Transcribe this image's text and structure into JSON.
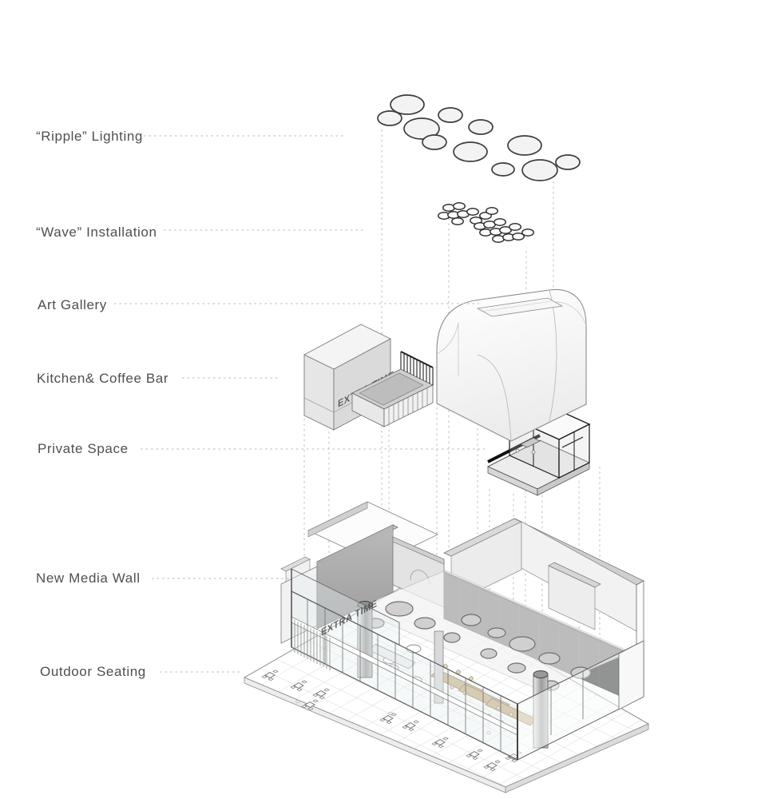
{
  "diagram": {
    "labels": [
      {
        "id": "ripple-lighting",
        "text": "“Ripple” Lighting"
      },
      {
        "id": "wave-installation",
        "text": "“Wave” Installation"
      },
      {
        "id": "art-gallery",
        "text": "Art Gallery"
      },
      {
        "id": "kitchen-coffee-bar",
        "text": "Kitchen& Coffee Bar"
      },
      {
        "id": "private-space",
        "text": "Private Space"
      },
      {
        "id": "new-media-wall",
        "text": "New Media Wall"
      },
      {
        "id": "outdoor-seating",
        "text": "Outdoor Seating"
      }
    ],
    "signage": {
      "kitchen_box": "EXTRA TIME",
      "building_facade": "EXTRA TIME"
    },
    "colors": {
      "label_text": "#4f4f4f",
      "leader_line": "#b9b9b9",
      "outline": "#6e6e6e",
      "dark_wall": "#181818",
      "concrete": "#aaaaaa",
      "disc_fill": "#d0d0d0",
      "wood": "#cdb790",
      "glass_tint": "#e8eef0"
    }
  }
}
